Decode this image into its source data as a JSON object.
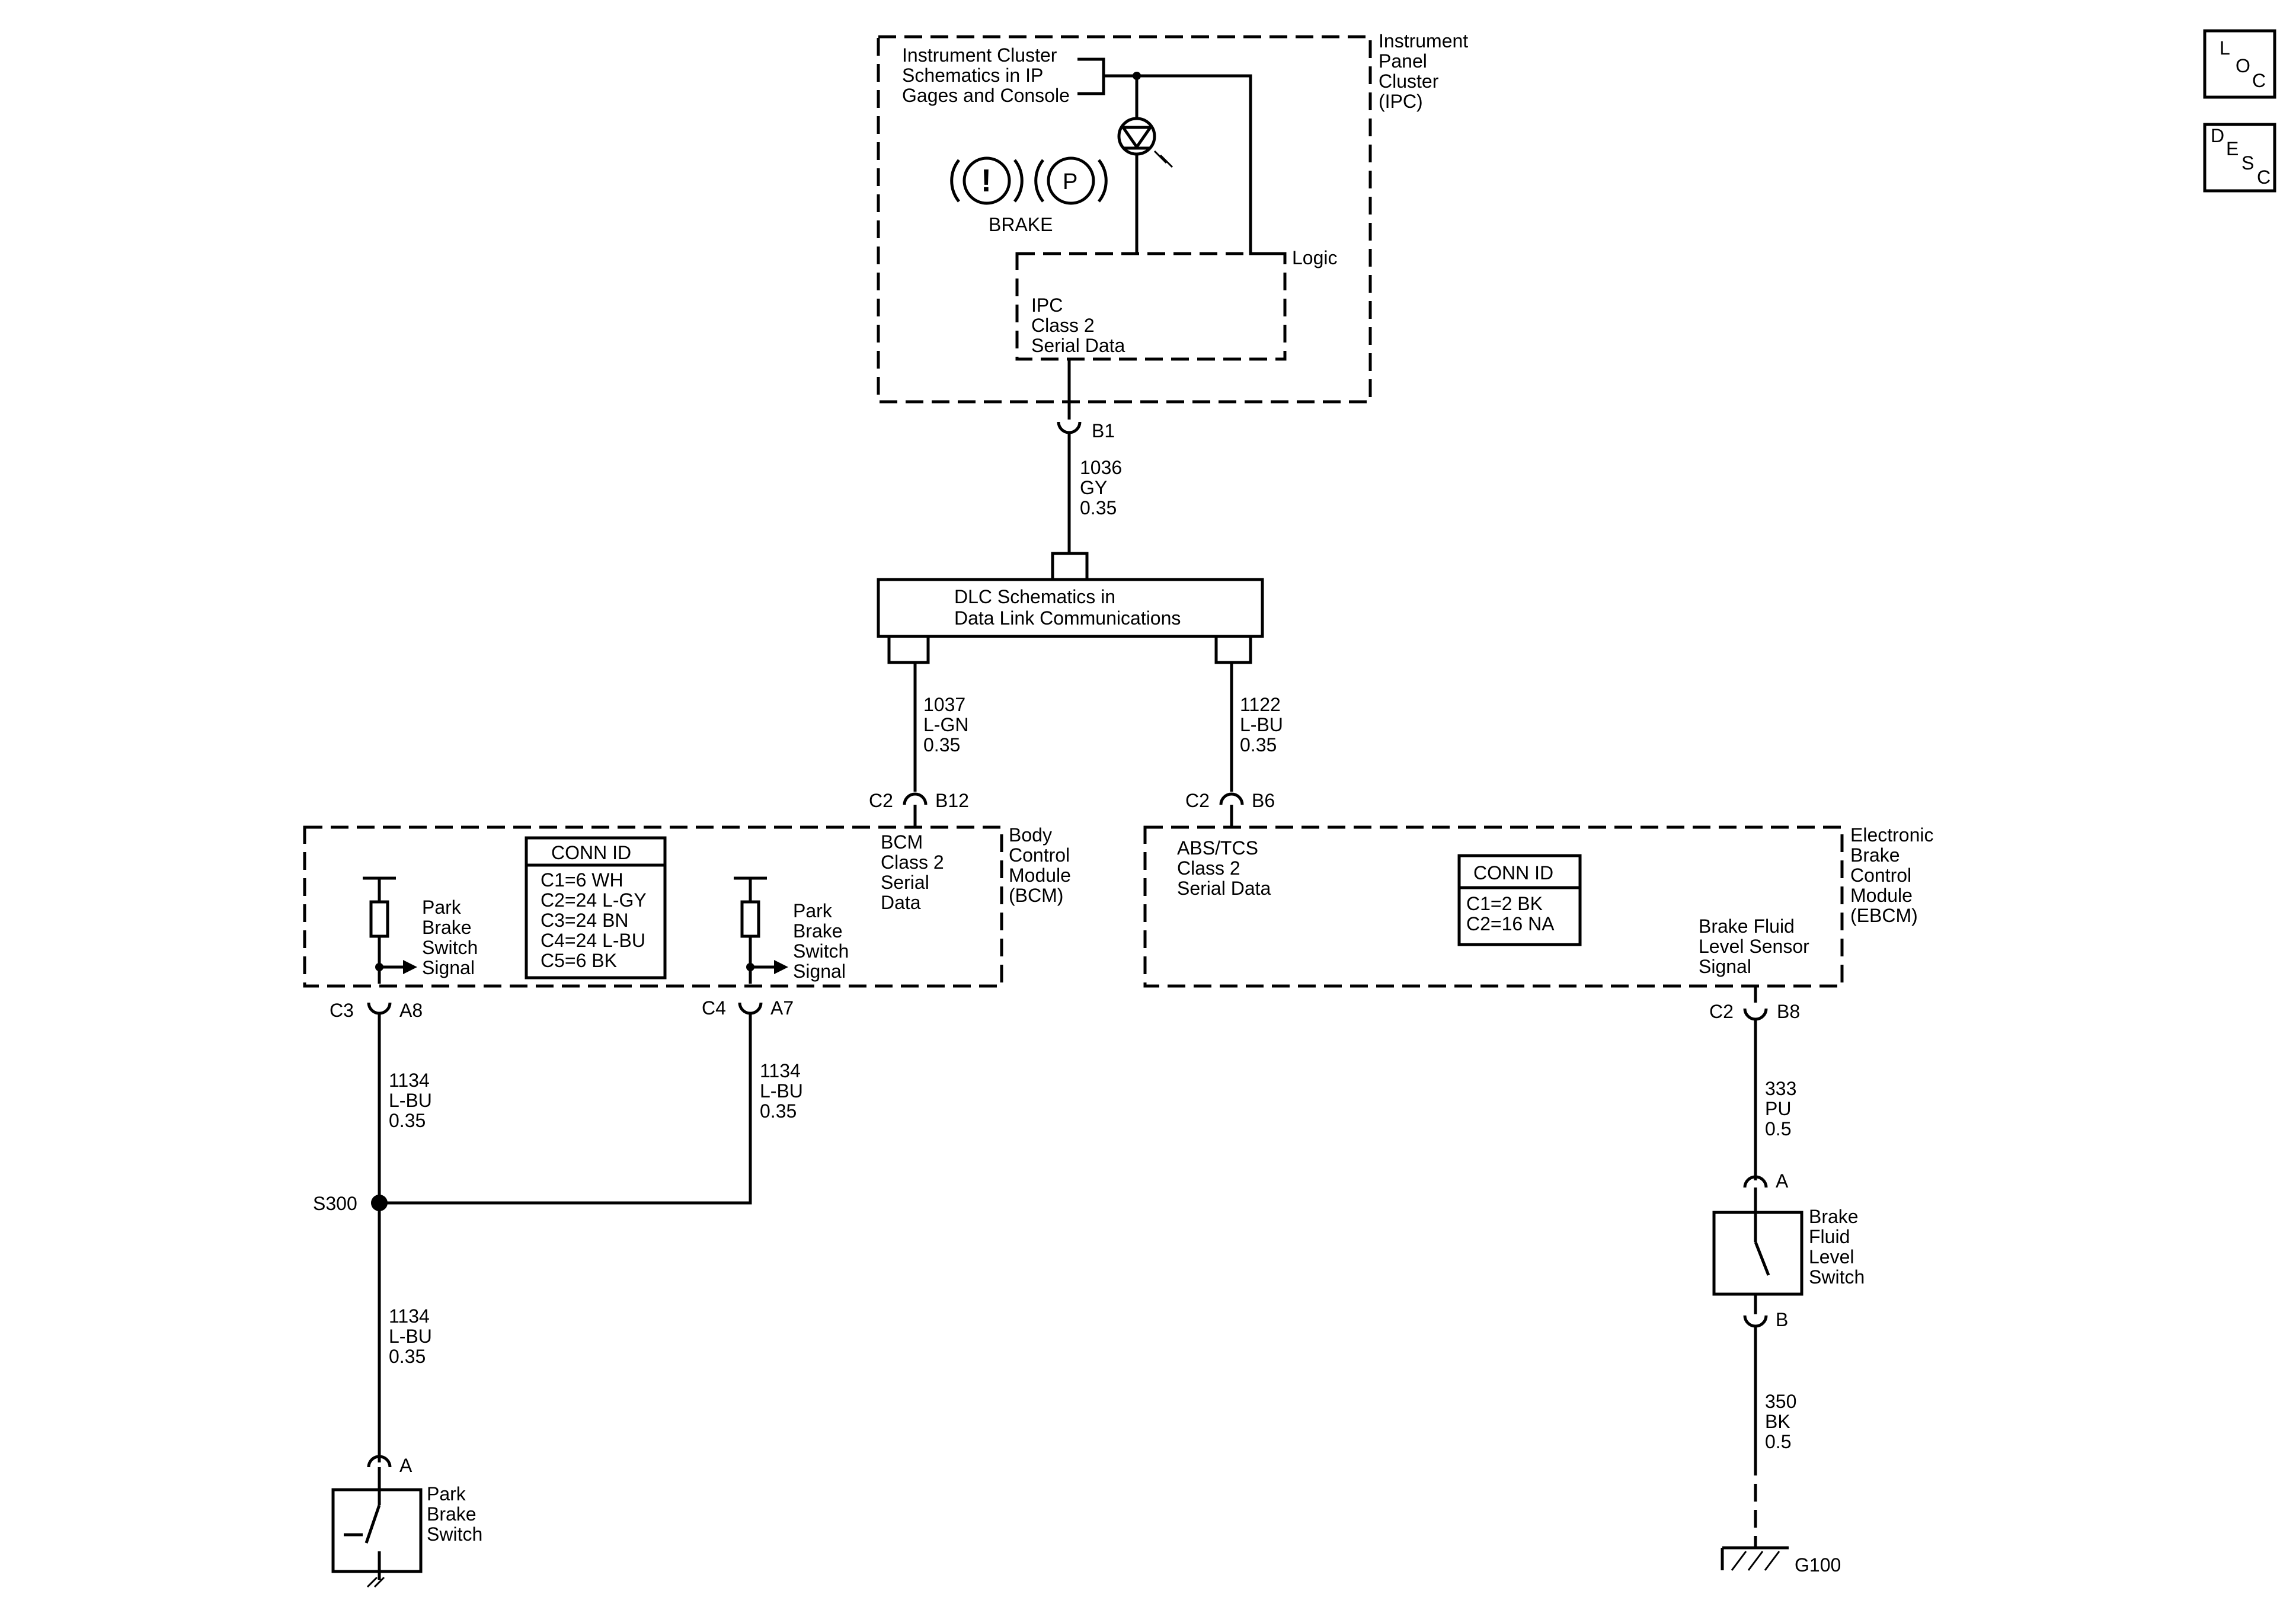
{
  "legend": {
    "loc": [
      "L",
      "O",
      "C"
    ],
    "desc": [
      "D",
      "E",
      "S",
      "C"
    ]
  },
  "ipc": {
    "module_name": [
      "Instrument",
      "Panel",
      "Cluster",
      "(IPC)"
    ],
    "schematic_ref": [
      "Instrument Cluster",
      "Schematics in IP",
      "Gages and Console"
    ],
    "brake_icon_1": "!",
    "brake_icon_2": "P",
    "brake_label": "BRAKE",
    "logic_label": "Logic",
    "serial": [
      "IPC",
      "Class 2",
      "Serial Data"
    ],
    "pin": "B1"
  },
  "wire_1036": [
    "1036",
    "GY",
    "0.35"
  ],
  "dlc": {
    "label": [
      "DLC Schematics in",
      "Data Link Communications"
    ]
  },
  "wire_1037": [
    "1037",
    "L-GN",
    "0.35"
  ],
  "wire_1122": [
    "1122",
    "L-BU",
    "0.35"
  ],
  "bcm": {
    "connector_in": "C2",
    "pin_in": "B12",
    "serial": [
      "BCM",
      "Class 2",
      "Serial",
      "Data"
    ],
    "module_name": [
      "Body",
      "Control",
      "Module",
      "(BCM)"
    ],
    "conn_id_title": "CONN ID",
    "conn_id": [
      "C1=6 WH",
      "C2=24 L-GY",
      "C3=24 BN",
      "C4=24 L-BU",
      "C5=6 BK"
    ],
    "signal_label": [
      "Park",
      "Brake",
      "Switch",
      "Signal"
    ],
    "out1": {
      "connector": "C3",
      "pin": "A8"
    },
    "out2": {
      "connector": "C4",
      "pin": "A7"
    }
  },
  "ebcm": {
    "connector_in": "C2",
    "pin_in": "B6",
    "serial": [
      "ABS/TCS",
      "Class 2",
      "Serial Data"
    ],
    "module_name": [
      "Electronic",
      "Brake",
      "Control",
      "Module",
      "(EBCM)"
    ],
    "conn_id_title": "CONN ID",
    "conn_id": [
      "C1=2 BK",
      "C2=16 NA"
    ],
    "sensor_label": [
      "Brake Fluid",
      "Level Sensor",
      "Signal"
    ],
    "out": {
      "connector": "C2",
      "pin": "B8"
    }
  },
  "wire_1134_a": [
    "1134",
    "L-BU",
    "0.35"
  ],
  "wire_1134_b": [
    "1134",
    "L-BU",
    "0.35"
  ],
  "splice": "S300",
  "wire_1134_c": [
    "1134",
    "L-BU",
    "0.35"
  ],
  "park_switch": {
    "pin": "A",
    "label": [
      "Park",
      "Brake",
      "Switch"
    ]
  },
  "wire_333": [
    "333",
    "PU",
    "0.5"
  ],
  "fluid_switch": {
    "pin_a": "A",
    "pin_b": "B",
    "label": [
      "Brake",
      "Fluid",
      "Level",
      "Switch"
    ]
  },
  "wire_350": [
    "350",
    "BK",
    "0.5"
  ],
  "ground": "G100"
}
